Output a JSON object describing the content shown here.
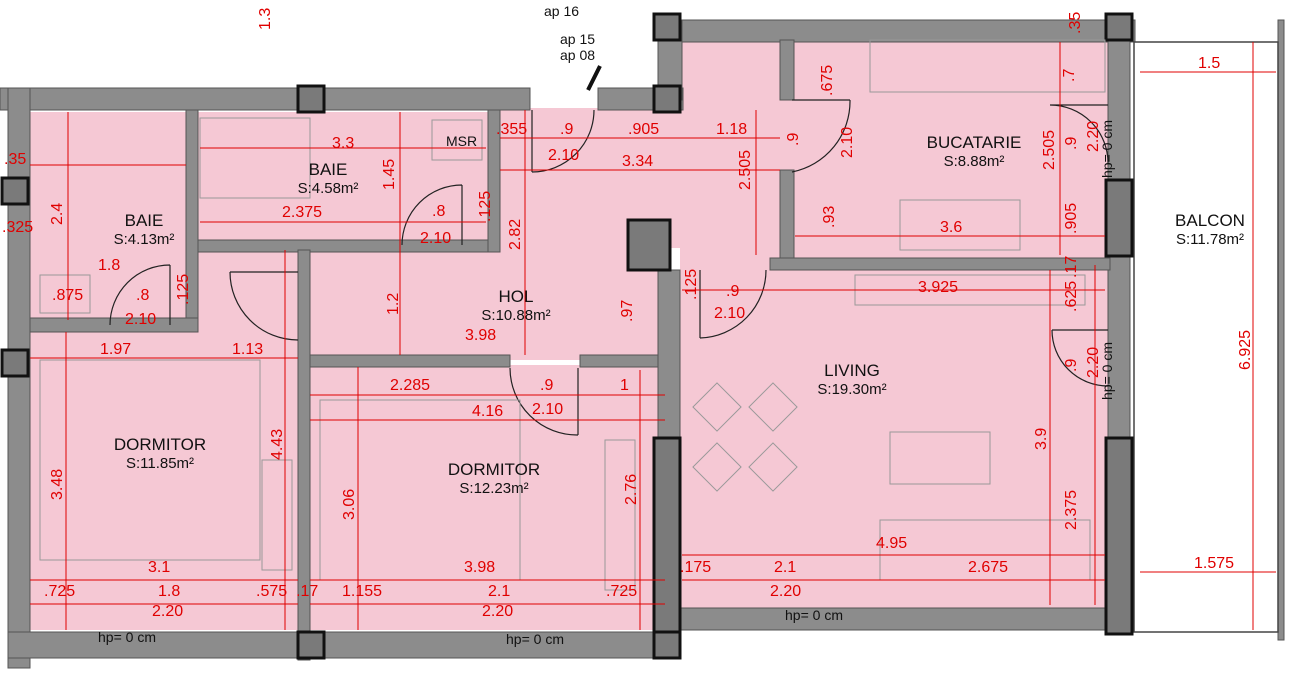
{
  "colors": {
    "room_fill": "#f5c8d4",
    "wall": "#8c8c8c",
    "dimension": "#e00000",
    "balcony": "#ffffff"
  },
  "rooms": [
    {
      "id": "baie1",
      "name": "BAIE",
      "area": "S:4.13m²"
    },
    {
      "id": "baie2",
      "name": "BAIE",
      "area": "S:4.58m²"
    },
    {
      "id": "bucatarie",
      "name": "BUCATARIE",
      "area": "S:8.88m²"
    },
    {
      "id": "hol",
      "name": "HOL",
      "area": "S:10.88m²"
    },
    {
      "id": "balcon",
      "name": "BALCON",
      "area": "S:11.78m²"
    },
    {
      "id": "living",
      "name": "LIVING",
      "area": "S:19.30m²"
    },
    {
      "id": "dormitor1",
      "name": "DORMITOR",
      "area": "S:11.85m²"
    },
    {
      "id": "dormitor2",
      "name": "DORMITOR",
      "area": "S:12.23m²"
    }
  ],
  "labels": {
    "ap_top": "ap 16",
    "ap15": "ap 15",
    "ap08": "ap 08",
    "msr": "MSR",
    "hp1": "hp= 0 cm",
    "hp2": "hp= 0 cm",
    "hp3": "hp= 0 cm",
    "hp4": "hp= 0 cm",
    "hp5": "hp= 0 cm"
  },
  "dims": {
    "d1_3": "1.3",
    "d35a": ".35",
    "d35b": ".35",
    "d325": ".325",
    "d2_4": "2.4",
    "d1_8": "1.8",
    "d875": ".875",
    "d8a": ".8",
    "d125a": ".125",
    "d2_10a": "2.10",
    "d3_3": "3.3",
    "d1_45": "1.45",
    "d2_375": "2.375",
    "d8b": ".8",
    "d125b": ".125",
    "d2_10b": "2.10",
    "d355": ".355",
    "d9a": ".9",
    "d2_10c": "2.10",
    "d905a": ".905",
    "d1_18": "1.18",
    "d3_34": "3.34",
    "d2_505a": "2.505",
    "d9b": ".9",
    "d2_10d": "2.10",
    "d675": ".675",
    "d7": ".7",
    "d2_505b": "2.505",
    "d93": ".93",
    "d3_6": "3.6",
    "d905b": ".905",
    "d9c": ".9",
    "d2_20a": "2.20",
    "d2_82": "2.82",
    "d1_2": "1.2",
    "d3_98a": "3.98",
    "d97": ".97",
    "d125c": ".125",
    "d9d": ".9",
    "d2_10e": "2.10",
    "d3_925": "3.925",
    "d17": ".17",
    "d625": ".625",
    "d9e": ".9",
    "d2_20b": "2.20",
    "d1_5": "1.5",
    "d6_925": "6.925",
    "d1_97": "1.97",
    "d1_13": "1.13",
    "d2_285": "2.285",
    "d9f": ".9",
    "d1": "1",
    "d4_16": "4.16",
    "d2_10f": "2.10",
    "d4_43": "4.43",
    "d3_48": "3.48",
    "d3_06": "3.06",
    "d2_76": "2.76",
    "d3_9": "3.9",
    "d2_375b": "2.375",
    "d3_1": "3.1",
    "d1_8b": "1.8",
    "d725a": ".725",
    "d575": ".575",
    "d2_20c": "2.20",
    "d17b": ".17",
    "d1_155": "1.155",
    "d3_98b": "3.98",
    "d2_1a": "2.1",
    "d725b": ".725",
    "d2_20d": "2.20",
    "d175": ".175",
    "d2_1b": "2.1",
    "d4_95": "4.95",
    "d2_675": "2.675",
    "d2_20e": "2.20",
    "d1_575": "1.575"
  }
}
